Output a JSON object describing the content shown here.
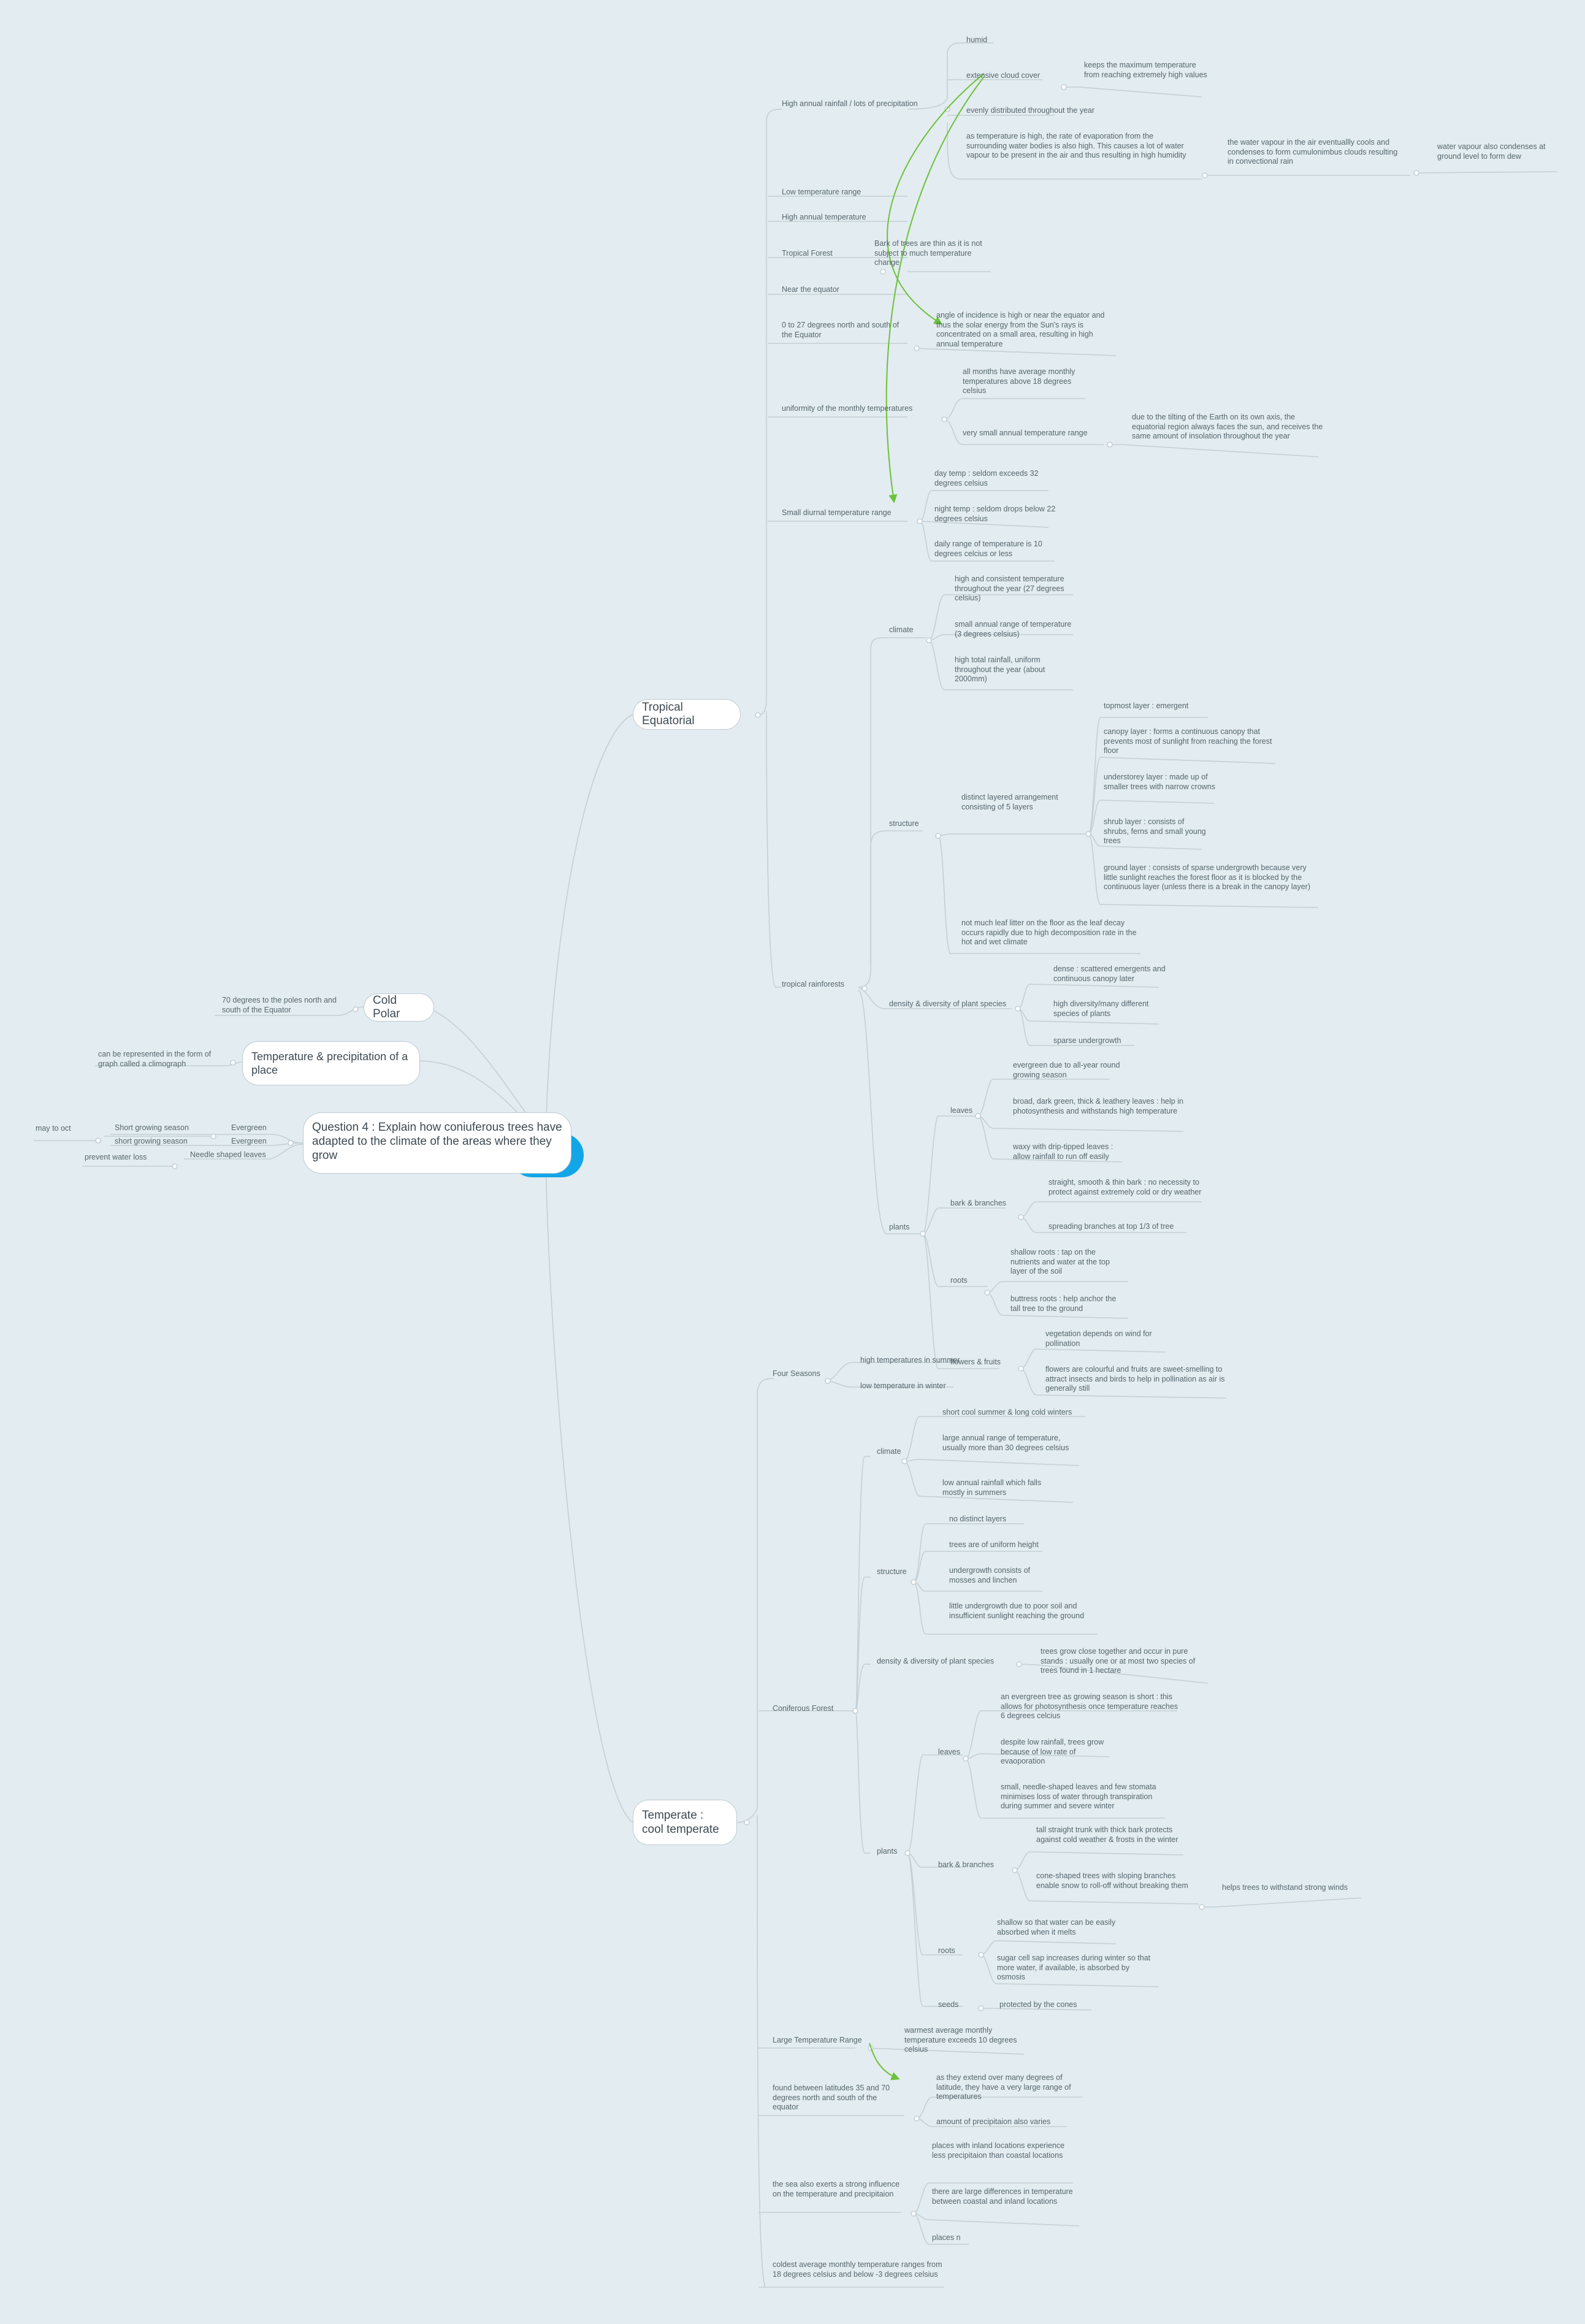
{
  "question": "Question 4 : Explain how coniuferous trees have adapted to the climate of the areas where they grow",
  "left": {
    "cold_polar": "Cold Polar",
    "cold_polar_note": "70 degrees to the poles north and south of the Equator",
    "temp_precip": "Temperature & precipitation of a place",
    "temp_precip_note": "can be represented in the form of graph called a climograph",
    "evergreen_1": "Evergreen",
    "evergreen_2": "Evergreen",
    "short_season_1": "Short growing season",
    "short_season_2": "short growing season",
    "may_oct": "may to oct",
    "needle": "Needle shaped leaves",
    "prevent": "prevent water loss"
  },
  "tropical": {
    "title": "Tropical Equatorial",
    "rainfall": "High annual rainfall / lots of precipitation",
    "humid": "humid",
    "cloud": "extensive cloud cover",
    "cloud_note": "keeps the maximum temperature from reaching extremely high values",
    "evenly": "evenly distributed throughout the year",
    "evap": "as temperature is high, the rate of evaporation from the surrounding water bodies is also high. This causes a lot of water vapour to be present in the air and thus resulting in high humidity",
    "vapour_cools": "the water vapour in the air eventuallly cools and condenses to form cumulonimbus clouds resulting in convectional rain",
    "dew": "water vapour also condenses at ground level to form dew",
    "low_range": "Low temperature range",
    "high_temp": "High annual temperature",
    "forest": "Tropical Forest",
    "bark_thin": "Bark of trees are thin as it is not subject to much temperature change",
    "near_eq": "Near the equator",
    "lat": "0 to 27 degrees north and south of the Equator",
    "angle": "angle of incidence is high or near the equator and thus the solar energy from the Sun's rays is concentrated on a small area, resulting in high annual temperature",
    "uniformity": "uniformity of the monthly temperatures",
    "all_months": "all months have average monthly temperatures above 18 degrees celsius",
    "small_annual": "very small annual temperature range",
    "tilt": "due to the tilting of the Earth on its own axis, the equatorial region always faces the sun, and receives the same amount of insolation throughout the year",
    "diurnal": "Small diurnal temperature range",
    "day_temp": "day temp : seldom exceeds 32 degrees celsius",
    "night_temp": "night temp : seldom drops below 22 degrees celsius",
    "daily_range": "daily range of temperature is 10 degrees celcius or less",
    "rainforests": "tropical rainforests",
    "climate": "climate",
    "c1": "high and consistent temperature throughout the year (27 degrees celsius)",
    "c2": "small annual range of temperature (3 degrees celsius)",
    "c3": "high total rainfall, uniform throughout the year (about 2000mm)",
    "structure": "structure",
    "layered": "distinct layered arrangement consisting of 5 layers",
    "l1": "topmost layer : emergent",
    "l2": "canopy layer : forms a continuous canopy that prevents most of sunlight from reaching the forest floor",
    "l3": "understorey layer : made up of smaller trees with narrow crowns",
    "l4": "shrub layer : consists of shrubs, ferns and small young trees",
    "l5": "ground layer : consists of sparse undergrowth because very little sunlight reaches the forest floor as it is blocked by the continuous layer (unless there is a break in the canopy layer)",
    "litter": "not much leaf litter on the floor as the leaf decay occurs rapidly due to high decomposition rate in the hot and wet climate",
    "density": "density & diversity of plant species",
    "d1": "dense : scattered emergents and continuous canopy later",
    "d2": "high diversity/many different species of plants",
    "d3": "sparse undergrowth",
    "plants": "plants",
    "leaves": "leaves",
    "lv1": "evergreen due to all-year round growing season",
    "lv2": "broad, dark green, thick & leathery leaves : help in photosynthesis and withstands high temperature",
    "lv3": "waxy with drip-tipped leaves : allow rainfall to run off easily",
    "bark": "bark & branches",
    "b1": "straight, smooth & thin bark : no necessity to protect against extremely cold or dry weather",
    "b2": "spreading branches at top 1/3 of tree",
    "roots": "roots",
    "r1": "shallow roots : tap on the nutrients and water at the top layer of the soil",
    "r2": "buttress roots : help anchor the tall tree to the ground",
    "flowers": "flowers & fruits",
    "f1": "vegetation depends on wind for pollination",
    "f2": "flowers are colourful and fruits are sweet-smelling to attract insects and birds to help in pollination as air is generally still"
  },
  "temperate": {
    "title": "Temperate : cool temperate",
    "seasons": "Four Seasons",
    "summer": "high temperatures in summer",
    "winter": "low temperature in winter",
    "conif": "Coniferous Forest",
    "climate": "climate",
    "c1": "short cool summer & long cold winters",
    "c2": "large annual range of temperature, usually more than 30 degrees celsius",
    "c3": "low annual rainfall which falls mostly in summers",
    "structure": "structure",
    "s1": "no distinct layers",
    "s2": "trees are of uniform height",
    "s3": "undergrowth consists of mosses and linchen",
    "s4": "little undergrowth due to poor soil and insufficient sunlight reaching the ground",
    "density": "density & diversity of plant species",
    "d1": "trees grow close together and occur in pure stands : usually one or at most two species of trees found in 1 hectare",
    "plants": "plants",
    "leaves": "leaves",
    "lv1": "an evergreen tree as growing season is short : this allows for photosynthesis once temperature reaches 6 degrees celcius",
    "lv2": "despite low rainfall, trees grow because of low rate of evaoporation",
    "lv3": "small, needle-shaped leaves and few stomata minimises loss of water through transpiration during summer and severe winter",
    "bark": "bark & branches",
    "b1": "tall straight trunk with thick bark protects against cold weather & frosts in the winter",
    "b2": "cone-shaped trees with sloping branches enable snow to roll-off without breaking them",
    "b2n": "helps trees to withstand strong winds",
    "roots": "roots",
    "r1": "shallow so that water can be easily absorbed when it melts",
    "r2": "sugar cell sap increases during winter so that more water, if available, is absorbed by osmosis",
    "seeds": "seeds",
    "sd1": "protected by the cones",
    "large_range": "Large Temperature Range",
    "warmest": "warmest average monthly temperature exceeds 10 degrees celsius",
    "lat": "found between latitudes 35 and 70 degrees north and south of the equator",
    "lat1": "as they extend over many degrees of latitude, they have a very large range of temperatures",
    "lat2": "amount of precipitaion also varies",
    "sea": "the sea also exerts a strong influence on the temperature and precipitaion",
    "sea1": "places with inland locations experience less precipitaion than coastal locations",
    "sea2": "there are large differences in temperature between coastal and inland locations",
    "sea3": "places n",
    "coldest": "coldest average monthly temperature ranges from 18 degrees celsius and below -3 degrees celsius"
  },
  "colors": {
    "background": "#e3ecf0",
    "line": "#c4d0d6",
    "root": "#12a6e8",
    "arrow": "#6cc13a"
  }
}
